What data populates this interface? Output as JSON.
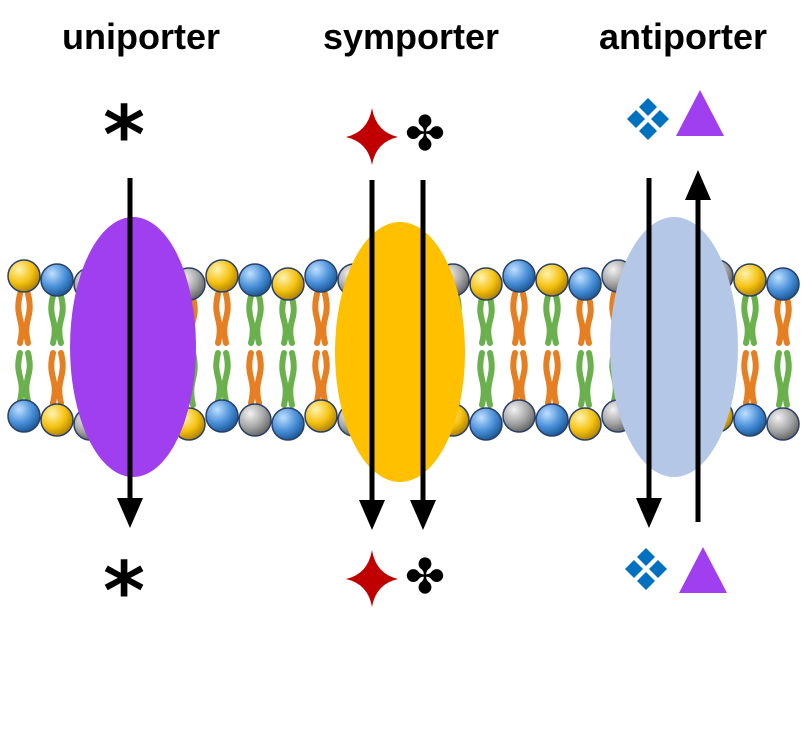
{
  "headings": {
    "uniporter": "uniporter",
    "symporter": "symporter",
    "antiporter": "antiporter"
  },
  "symbols": {
    "uniporter_cargo": "*",
    "symporter_cargo_2": "✤"
  },
  "colors": {
    "uniporter": "#a03ff0",
    "symporter": "#ffc000",
    "antiporter": "#b4c7e7",
    "red_star": "#c00000",
    "blue_diamonds": "#0070c0",
    "purple_triangle": "#a03ff0",
    "head_gold": "#f5c211",
    "head_blue": "#4a90d9",
    "head_gray": "#a8a8a8",
    "tail_green": "#6ab04c",
    "tail_orange": "#e67e22"
  }
}
